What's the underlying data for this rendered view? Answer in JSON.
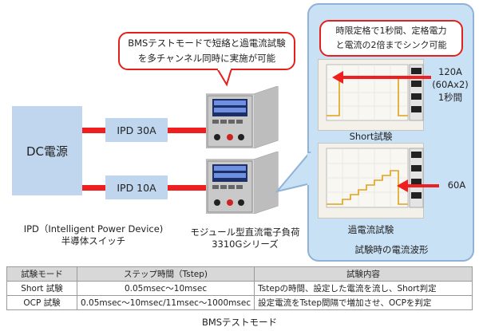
{
  "callout_bms": [
    "BMSテストモードで短絡と過電流試験",
    "を多チャンネル同時に実施が可能"
  ],
  "callout_time": [
    "時限定格で1秒間、定格電力",
    "と電流の2倍までシンク可能"
  ],
  "dc_source": "DC電源",
  "ipd_top": "IPD 30A",
  "ipd_bottom": "IPD 10A",
  "ipd_note": [
    "IPD（Intelligent Power Device)",
    "半導体スイッチ"
  ],
  "load_label": [
    "モジュール型直流電子負荷",
    "3310Gシリーズ"
  ],
  "short_value": [
    "120A",
    "(60Ax2)",
    "1秒間"
  ],
  "ocp_value": "60A",
  "short_label": "Short試験",
  "ocp_label": "過電流試験",
  "waveform_label": "試験時の電流波形",
  "colors": {
    "accent_red": "#e3201b",
    "box_blue": "#bfd6ee",
    "panel_blue": "#c9e1f5",
    "trace": "#e0a21a"
  },
  "table": {
    "headers": [
      "試験モード",
      "ステップ時間（Tstep)",
      "試験内容"
    ],
    "rows": [
      [
        "Short 試験",
        "0.05msec～10msec",
        "Tstepの時間、設定した電流を流し、Short判定"
      ],
      [
        "OCP 試験",
        "0.05msec～10msec/11msec～1000msec",
        "設定電流をTstep間隔で増加させ、OCPを判定"
      ]
    ]
  },
  "caption": "BMSテストモード"
}
